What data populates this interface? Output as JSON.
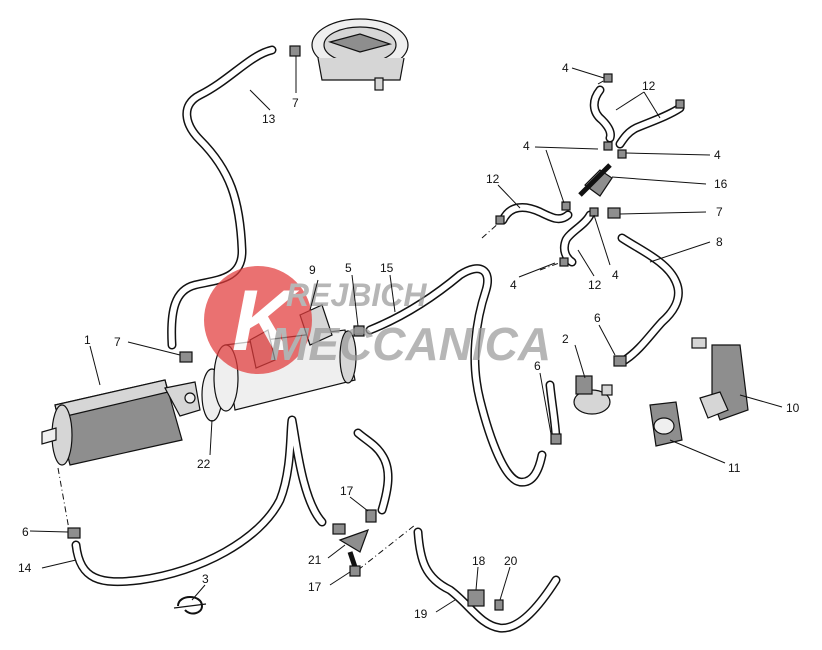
{
  "watermark": {
    "line1": "REJBICH",
    "line2": "MECCANICA",
    "logo_letter": "K",
    "color": "#e23b3b"
  },
  "labels": [
    {
      "id": "1",
      "text": "1"
    },
    {
      "id": "2",
      "text": "2"
    },
    {
      "id": "3",
      "text": "3"
    },
    {
      "id": "4a",
      "text": "4"
    },
    {
      "id": "4b",
      "text": "4"
    },
    {
      "id": "4c",
      "text": "4"
    },
    {
      "id": "4d",
      "text": "4"
    },
    {
      "id": "4e",
      "text": "4"
    },
    {
      "id": "5",
      "text": "5"
    },
    {
      "id": "6a",
      "text": "6"
    },
    {
      "id": "6b",
      "text": "6"
    },
    {
      "id": "6c",
      "text": "6"
    },
    {
      "id": "7a",
      "text": "7"
    },
    {
      "id": "7b",
      "text": "7"
    },
    {
      "id": "7c",
      "text": "7"
    },
    {
      "id": "8",
      "text": "8"
    },
    {
      "id": "9",
      "text": "9"
    },
    {
      "id": "10",
      "text": "10"
    },
    {
      "id": "11",
      "text": "11"
    },
    {
      "id": "12a",
      "text": "12"
    },
    {
      "id": "12b",
      "text": "12"
    },
    {
      "id": "12c",
      "text": "12"
    },
    {
      "id": "13",
      "text": "13"
    },
    {
      "id": "14",
      "text": "14"
    },
    {
      "id": "15",
      "text": "15"
    },
    {
      "id": "16",
      "text": "16"
    },
    {
      "id": "17a",
      "text": "17"
    },
    {
      "id": "17b",
      "text": "17"
    },
    {
      "id": "18",
      "text": "18"
    },
    {
      "id": "19",
      "text": "19"
    },
    {
      "id": "20",
      "text": "20"
    },
    {
      "id": "21",
      "text": "21"
    },
    {
      "id": "22",
      "text": "22"
    }
  ]
}
